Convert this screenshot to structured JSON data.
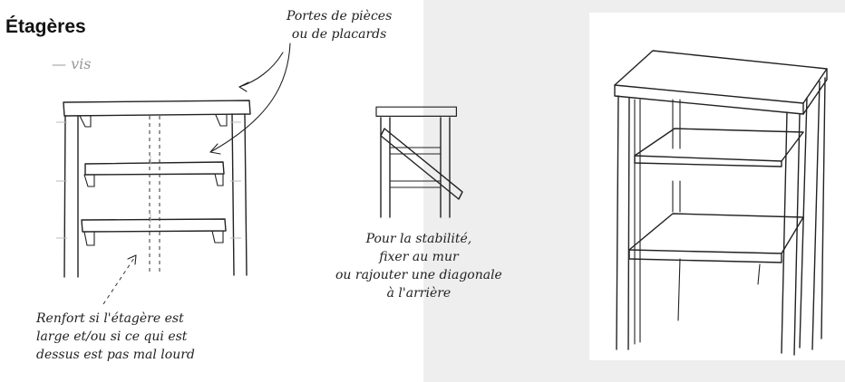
{
  "title": "Étagères",
  "legend": {
    "screw_label": "— vis"
  },
  "notes": {
    "doors": [
      "Portes de pièces",
      "ou de placards"
    ],
    "reinforcement": [
      "Renfort si l'étagère est",
      "large et/ou si ce qui est",
      "dessus est pas mal lourd"
    ],
    "stability": [
      "Pour la stabilité,",
      "fixer au mur",
      "ou rajouter une diagonale",
      "à l'arrière"
    ]
  },
  "colors": {
    "ink": "#222222",
    "screw_marks": "#bbbbbb",
    "background": "#ffffff"
  }
}
